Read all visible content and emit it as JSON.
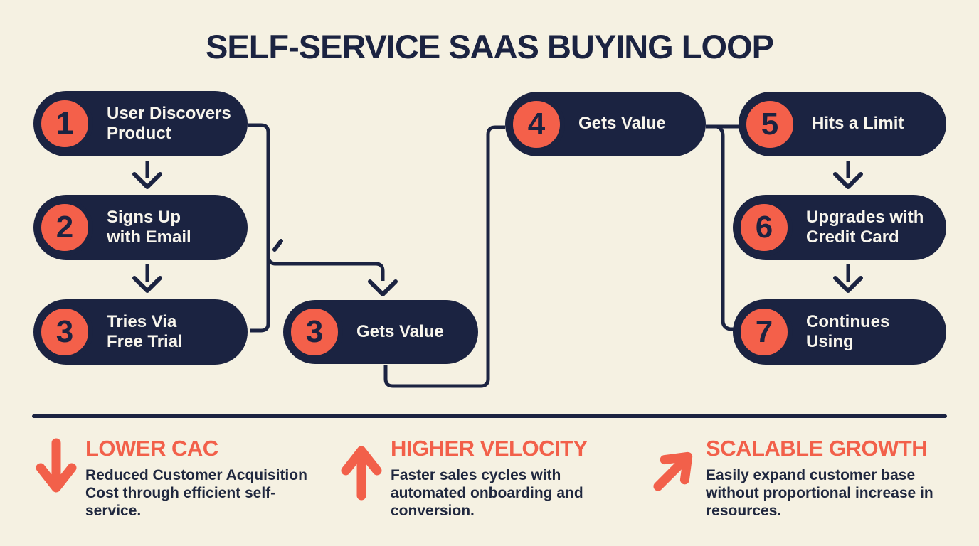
{
  "title": "SELF-SERVICE SAAS BUYING LOOP",
  "colors": {
    "background": "#f5f1e2",
    "navy": "#1b2341",
    "coral": "#f4604a",
    "node_text": "#f8f5ec"
  },
  "flow": {
    "nodes": [
      {
        "number": "1",
        "label": "User Discovers\nProduct"
      },
      {
        "number": "2",
        "label": "Signs Up\nwith Email"
      },
      {
        "number": "3",
        "label": "Tries Via\nFree Trial"
      },
      {
        "number": "3",
        "label": "Gets Value"
      },
      {
        "number": "4",
        "label": "Gets Value"
      },
      {
        "number": "5",
        "label": "Hits a Limit"
      },
      {
        "number": "6",
        "label": "Upgrades with\nCredit Card"
      },
      {
        "number": "7",
        "label": "Continues\nUsing"
      }
    ]
  },
  "benefits": [
    {
      "icon": "arrow-down-icon",
      "title": "LOWER CAC",
      "description": "Reduced Customer Acquisition Cost through efficient self-service."
    },
    {
      "icon": "arrow-up-icon",
      "title": "HIGHER VELOCITY",
      "description": "Faster sales cycles with automated onboarding and conversion."
    },
    {
      "icon": "arrow-up-right-icon",
      "title": "SCALABLE GROWTH",
      "description": "Easily expand customer base without proportional increase in resources."
    }
  ]
}
